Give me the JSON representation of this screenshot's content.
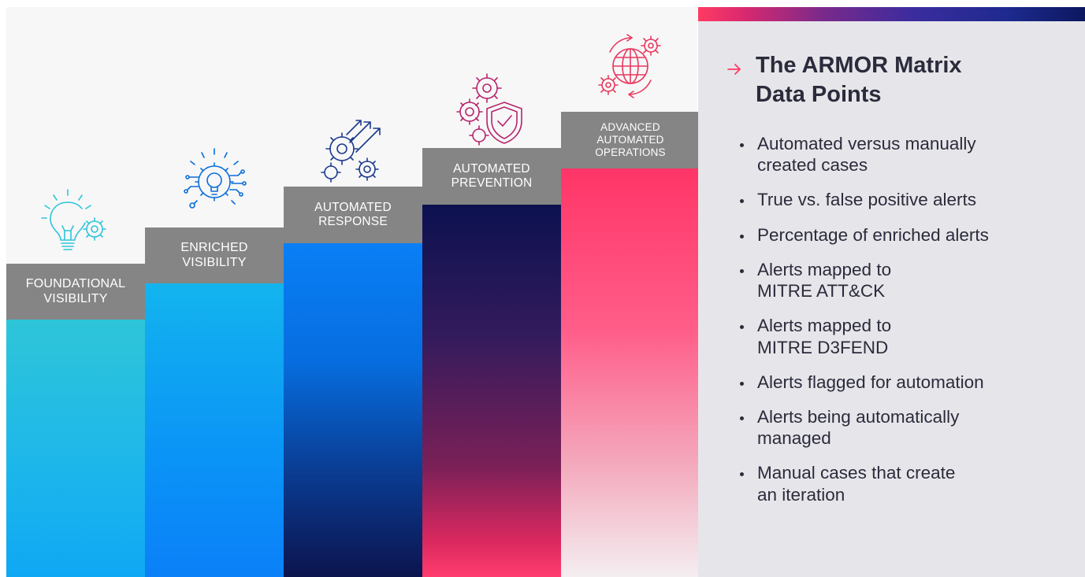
{
  "steps": [
    {
      "label_lines": [
        "FOUNDATIONAL",
        "VISIBILITY"
      ],
      "icon": "lightbulb-gear-icon"
    },
    {
      "label_lines": [
        "ENRICHED",
        "VISIBILITY"
      ],
      "icon": "gear-circuit-bulb-icon"
    },
    {
      "label_lines": [
        "AUTOMATED",
        "RESPONSE"
      ],
      "icon": "gears-arrows-icon"
    },
    {
      "label_lines": [
        "AUTOMATED",
        "PREVENTION"
      ],
      "icon": "gears-shield-icon"
    },
    {
      "label_lines": [
        "ADVANCED",
        "AUTOMATED",
        "OPERATIONS"
      ],
      "icon": "globe-gears-icon"
    }
  ],
  "panel": {
    "title_lines": [
      "The ARMOR Matrix",
      "Data Points"
    ],
    "items": [
      {
        "lines": [
          "Automated versus manually",
          "created cases"
        ]
      },
      {
        "lines": [
          "True vs. false positive alerts"
        ]
      },
      {
        "lines": [
          "Percentage of enriched alerts"
        ]
      },
      {
        "lines": [
          "Alerts mapped to",
          "MITRE ATT&CK"
        ]
      },
      {
        "lines": [
          "Alerts mapped to",
          "MITRE D3FEND"
        ]
      },
      {
        "lines": [
          "Alerts flagged for automation"
        ]
      },
      {
        "lines": [
          "Alerts being automatically",
          "managed"
        ]
      },
      {
        "lines": [
          "Manual cases that create",
          "an iteration"
        ]
      }
    ]
  },
  "colors": {
    "step_label_bg": "#858585",
    "panel_bg": "#e6e6ea",
    "accent_pink": "#ff3a63",
    "navy": "#0c144e",
    "icon_cyan": "#2ec5d8",
    "icon_blue": "#0b6fd8",
    "icon_navy": "#1b3a8c",
    "icon_magenta": "#b8246b",
    "icon_pink": "#e8395e",
    "text_dark": "#2b2b3c"
  }
}
